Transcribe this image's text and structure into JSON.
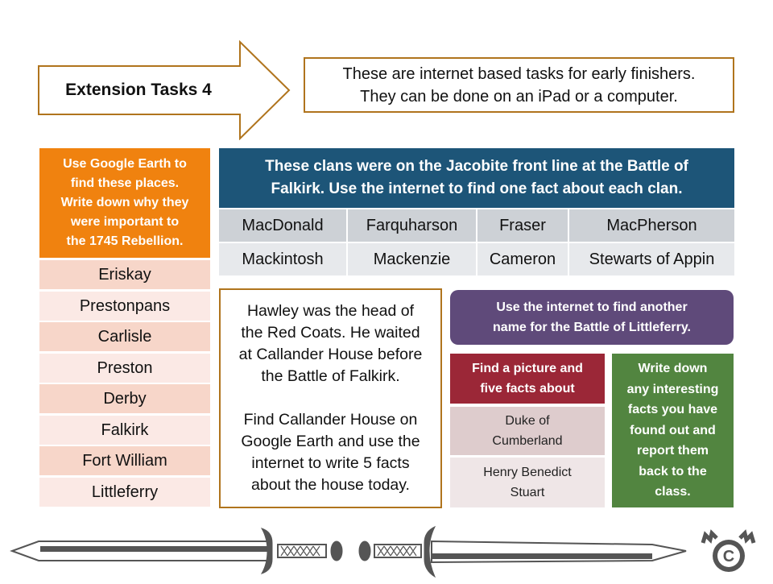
{
  "header": {
    "title": "Extension Tasks 4",
    "intro_lines": [
      "These are internet based tasks for early finishers.",
      "They can be done on an iPad or a computer."
    ]
  },
  "places": {
    "instruction_lines": [
      "Use Google Earth to",
      "find these places.",
      "Write down why they",
      "were important  to",
      "the 1745 Rebellion."
    ],
    "items": [
      "Eriskay",
      "Prestonpans",
      "Carlisle",
      "Preston",
      "Derby",
      "Falkirk",
      "Fort William",
      "Littleferry"
    ]
  },
  "clans": {
    "instruction_lines": [
      "These clans were on the Jacobite front line at the Battle of",
      "Falkirk. Use the internet to find one fact about each clan."
    ],
    "rows": [
      [
        "MacDonald",
        "Farquharson",
        "Fraser",
        "MacPherson"
      ],
      [
        "Mackintosh",
        "Mackenzie",
        "Cameron",
        "Stewarts of Appin"
      ]
    ]
  },
  "hawley": {
    "para1_lines": [
      "Hawley was the head of",
      "the Red Coats. He waited",
      "at Callander House before",
      "the Battle of Falkirk."
    ],
    "para2_lines": [
      "Find Callander House on",
      "Google Earth and use the",
      "internet to write 5 facts",
      "about the house today."
    ]
  },
  "littleferry": {
    "lines": [
      "Use the internet to find another",
      "name for the Battle of Littleferry."
    ]
  },
  "picture": {
    "head_lines": [
      "Find a picture and",
      "five facts about"
    ],
    "people": [
      {
        "lines": [
          "Duke of",
          "Cumberland"
        ]
      },
      {
        "lines": [
          "Henry Benedict",
          "Stuart"
        ]
      }
    ]
  },
  "report": {
    "lines": [
      "Write down",
      "any interesting",
      "facts you have",
      "found out and",
      "report them",
      "back to the",
      "class."
    ]
  },
  "colors": {
    "arrow_border": "#b0741d",
    "places_head": "#f0820f",
    "place_dark": "#f7d6c9",
    "place_light": "#fbe9e5",
    "clans_head": "#1d5578",
    "clan_dark": "#cdd1d6",
    "clan_light": "#e7e9ec",
    "littleferry": "#5f4a7a",
    "picture_head": "#9b2737",
    "person_dark": "#decccd",
    "person_light": "#efe6e7",
    "report": "#528540",
    "sword_gray": "#555555"
  }
}
